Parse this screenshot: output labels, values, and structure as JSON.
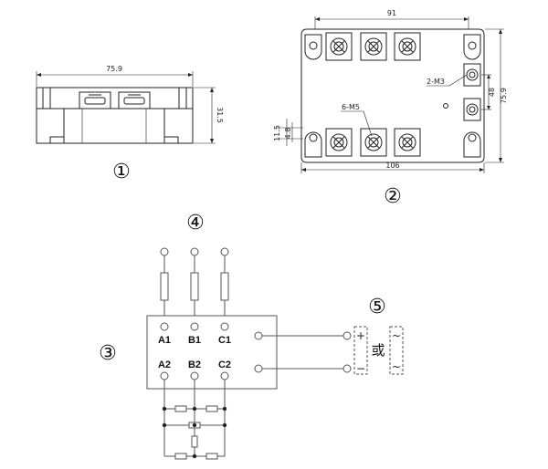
{
  "markers": {
    "m1": "①",
    "m2": "②",
    "m3": "③",
    "m4": "④",
    "m5": "⑤"
  },
  "side_view": {
    "width_dim": "75.9",
    "height_dim": "31.5"
  },
  "top_view": {
    "top_dim": "91",
    "bottom_dim": "106",
    "right_height_dim": "75.9",
    "inner_height_dim": "48",
    "screw_small": "2-M3",
    "screw_large": "6-M5",
    "left_dim_a": "11.5",
    "left_dim_b": "4.8"
  },
  "wiring": {
    "terminals_top": [
      "A1",
      "B1",
      "C1"
    ],
    "terminals_bottom": [
      "A2",
      "B2",
      "C2"
    ],
    "plus": "+",
    "minus": "−",
    "or_text": "或",
    "ac_top": "~",
    "ac_bottom": "~"
  }
}
